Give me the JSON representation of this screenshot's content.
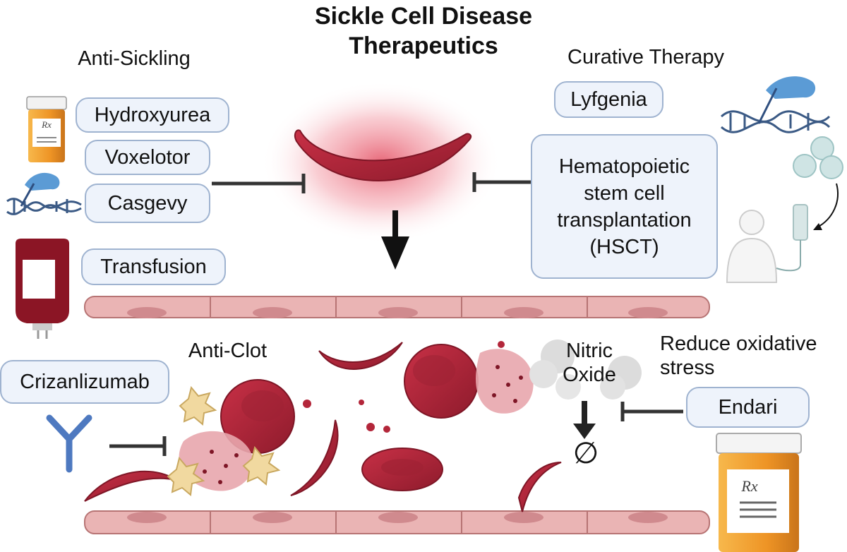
{
  "title": {
    "line1": "Sickle Cell Disease",
    "line2": "Therapeutics"
  },
  "sections": {
    "anti_sickling": "Anti-Sickling",
    "curative": "Curative Therapy",
    "anti_clot": "Anti-Clot",
    "oxidative_line1": "Reduce oxidative",
    "oxidative_line2": "stress"
  },
  "therapies": {
    "hydroxyurea": "Hydroxyurea",
    "voxelotor": "Voxelotor",
    "casgevy": "Casgevy",
    "transfusion": "Transfusion",
    "lyfgenia": "Lyfgenia",
    "hsct": [
      "Hematopoietic",
      "stem cell",
      "transplantation",
      "(HSCT)"
    ],
    "crizanlizumab": "Crizanlizumab",
    "endari": "Endari"
  },
  "nitric_oxide": {
    "line1": "Nitric",
    "line2": "Oxide"
  },
  "empty_set": "∅",
  "rx_label": "Rx",
  "colors": {
    "rbc": "#b3263a",
    "rbc_dark": "#7e1626",
    "endothelium": "#eab4b4",
    "pill_bg": "#eef3fb",
    "pill_border": "#9fb3d0",
    "bottle": "#f0a02c",
    "antibody": "#4e79c0",
    "platelet": "#f1d9a0",
    "smoke": "#dcdcdc"
  }
}
